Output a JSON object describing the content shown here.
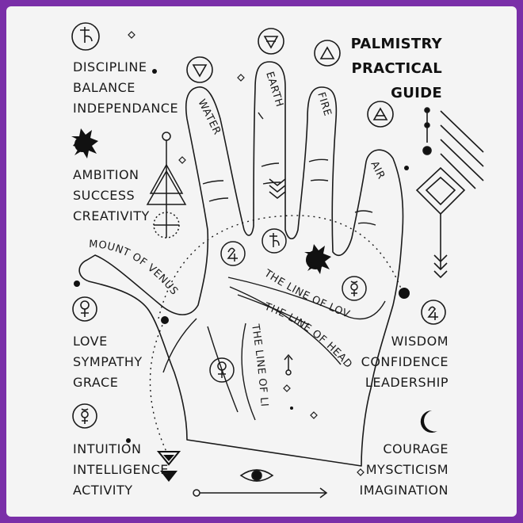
{
  "title": {
    "line1": "PALMISTRY",
    "line2": "PRACTICAL",
    "line3": "GUIDE"
  },
  "traits": {
    "top_left": [
      "DISCIPLINE",
      "BALANCE",
      "INDEPENDANCE"
    ],
    "mid_left": [
      "AMBITION",
      "SUCCESS",
      "CREATIVITY"
    ],
    "venus_left": [
      "LOVE",
      "SYMPATHY",
      "GRACE"
    ],
    "bottom_left": [
      "INTUITION",
      "INTELLIGENCE",
      "ACTIVITY"
    ],
    "mid_right": [
      "WISDOM",
      "CONFIDENCE",
      "LEADERSHIP"
    ],
    "bottom_right": [
      "COURAGE",
      "MYSCTICISM",
      "IMAGINATION"
    ]
  },
  "fingers": {
    "water": "WATER",
    "earth": "EARTH",
    "fire": "FIRE",
    "air": "AIR"
  },
  "lines": {
    "mount_of_venus": "MOUNT OF VENUS",
    "line_of_love": "THE LINE OF LOVE",
    "line_of_head": "THE LINE OF HEAD",
    "line_of_life": "THE LINE OF LIFE"
  },
  "colors": {
    "frame": "#7a2fa8",
    "paper": "#f4f4f4",
    "ink": "#1a1a1a"
  }
}
